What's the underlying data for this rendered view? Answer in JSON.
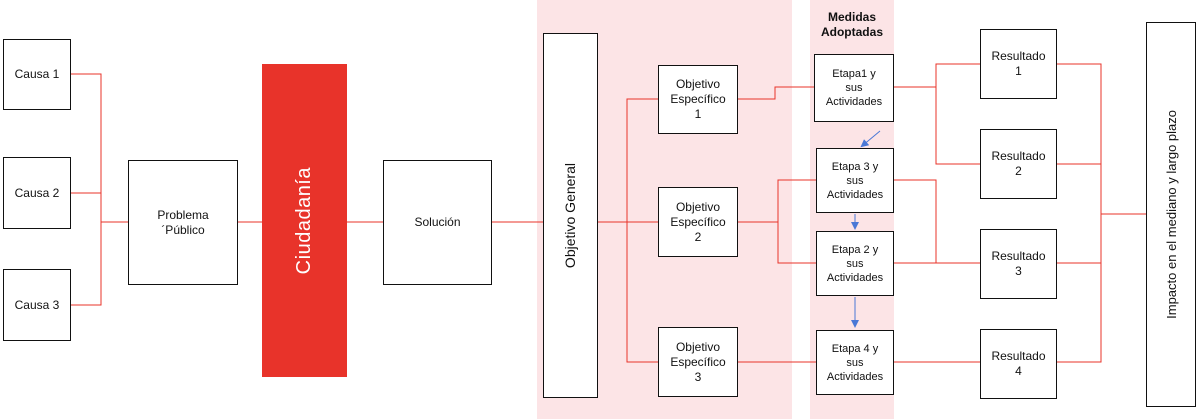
{
  "colors": {
    "connector": "#e8332a",
    "arrow": "#4a78d6",
    "highlight": "#fce4e6",
    "ciudadania": "#e8332a"
  },
  "causes": [
    "Causa 1",
    "Causa 2",
    "Causa 3"
  ],
  "problema": "Problema\n´Público",
  "ciudadania": "Ciudadanía",
  "solucion": "Solución",
  "objetivo_general": "Objetivo General",
  "objetivos_especificos": [
    "Objetivo\nEspecífico\n1",
    "Objetivo\nEspecífico\n2",
    "Objetivo\nEspecífico\n3"
  ],
  "medidas_title": "Medidas\nAdoptadas",
  "etapas": [
    "Etapa1 y\nsus\nActividades",
    "Etapa 3 y\nsus\nActividades",
    "Etapa 2 y\nsus\nActividades",
    "Etapa 4  y\nsus\nActividades"
  ],
  "resultados": [
    "Resultado\n1",
    "Resultado\n2",
    "Resultado\n3",
    "Resultado\n4"
  ],
  "impacto": "Impacto en el mediano y largo plazo"
}
